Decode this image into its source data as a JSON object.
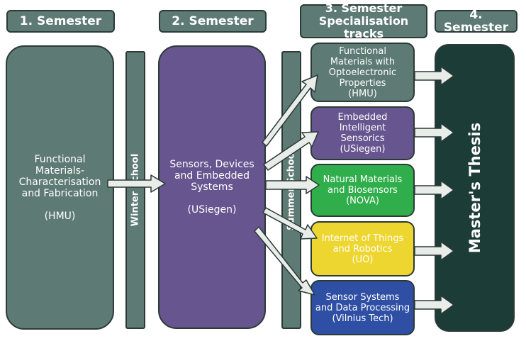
{
  "headers": {
    "sem1": "1. Semester",
    "sem2": "2. Semester",
    "sem3": "3. Semester\nSpecialisation tracks",
    "sem4": "4. Semester"
  },
  "semester1": {
    "title": "Functional\nMaterials-\nCharacterisation\nand Fabrication",
    "institution": "(HMU)"
  },
  "semester2": {
    "title": "Sensors, Devices\nand Embedded\nSystems",
    "institution": "(USiegen)"
  },
  "winter_school": "Winter School",
  "summer_school": "Summer School",
  "tracks": [
    {
      "title": "Functional\nMaterials with\nOptoelectronic\nProperties\n(HMU)",
      "color": "#5e7a74"
    },
    {
      "title": "Embedded\nIntelligent\nSensorics\n(USiegen)",
      "color": "#66558f"
    },
    {
      "title": "Natural Materials\nand Biosensors\n(NOVA)",
      "color": "#2fae4b"
    },
    {
      "title": "Internet of Things\nand Robotics\n(UO)",
      "color": "#eed630"
    },
    {
      "title": "Sensor Systems\nand Data Processing\n(Vilnius Tech)",
      "color": "#2e4fa3"
    }
  ],
  "thesis": "Master's Thesis",
  "colors": {
    "header": "#5e7a74",
    "semester1": "#5e7a74",
    "semester2": "#66558f",
    "thesis": "#1c3c38",
    "arrow": "#e9edea",
    "outline": "#2c3a37"
  }
}
